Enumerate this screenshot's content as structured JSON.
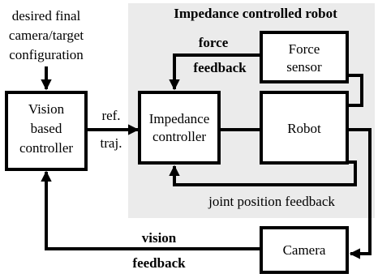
{
  "colors": {
    "region_fill": "#ebebeb",
    "stroke": "#000000",
    "box_fill": "#ffffff"
  },
  "region": {
    "title": "Impedance controlled robot"
  },
  "input": {
    "line1": "desired final",
    "line2": "camera/target",
    "line3": "configuration"
  },
  "blocks": {
    "vision": {
      "line1": "Vision",
      "line2": "based",
      "line3": "controller"
    },
    "impedance": {
      "line1": "Impedance",
      "line2": "controller"
    },
    "force_sensor": {
      "line1": "Force",
      "line2": "sensor"
    },
    "robot": {
      "label": "Robot"
    },
    "camera": {
      "label": "Camera"
    }
  },
  "signals": {
    "ref_traj_1": "ref.",
    "ref_traj_2": "traj.",
    "force_feedback_1": "force",
    "force_feedback_2": "feedback",
    "joint_feedback": "joint position feedback",
    "vision_feedback_1": "vision",
    "vision_feedback_2": "feedback"
  }
}
